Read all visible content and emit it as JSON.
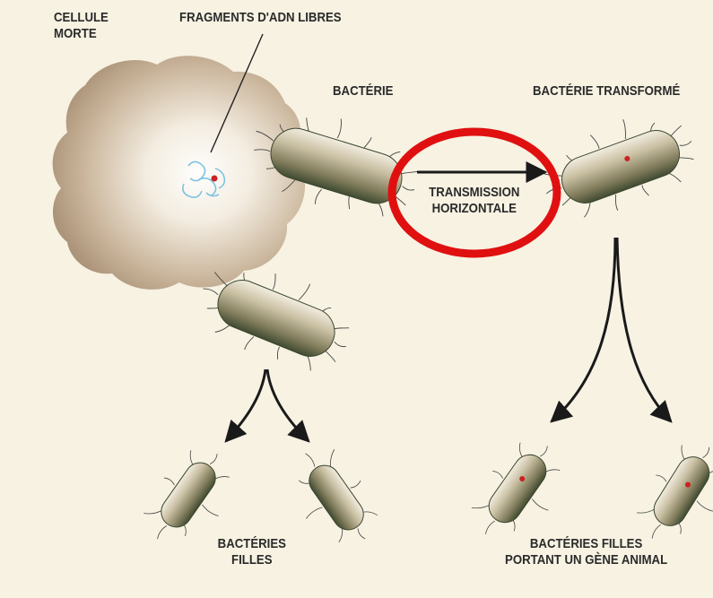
{
  "labels": {
    "dead_cell": "CELLULE\nMORTE",
    "free_dna": "FRAGMENTS D'ADN LIBRES",
    "bacterium": "BACTÉRIE",
    "transformed_bacterium": "BACTÉRIE TRANSFORMÉ",
    "transmission": "TRANSMISSION\nHORIZONTALE",
    "daughter_bacteria": "BACTÉRIES\nFILLES",
    "daughter_bacteria_gene": "BACTÉRIES FILLES\nPORTANT UN GÈNE ANIMAL"
  },
  "colors": {
    "background": "#f7f2e2",
    "cell": "#bfa88f",
    "bacterium_body": "#b5a98a",
    "bacterium_dark": "#4e5a3a",
    "highlight_circle": "#e01010",
    "gene_dot": "#cc2222",
    "dna": "#7fc3e0"
  }
}
